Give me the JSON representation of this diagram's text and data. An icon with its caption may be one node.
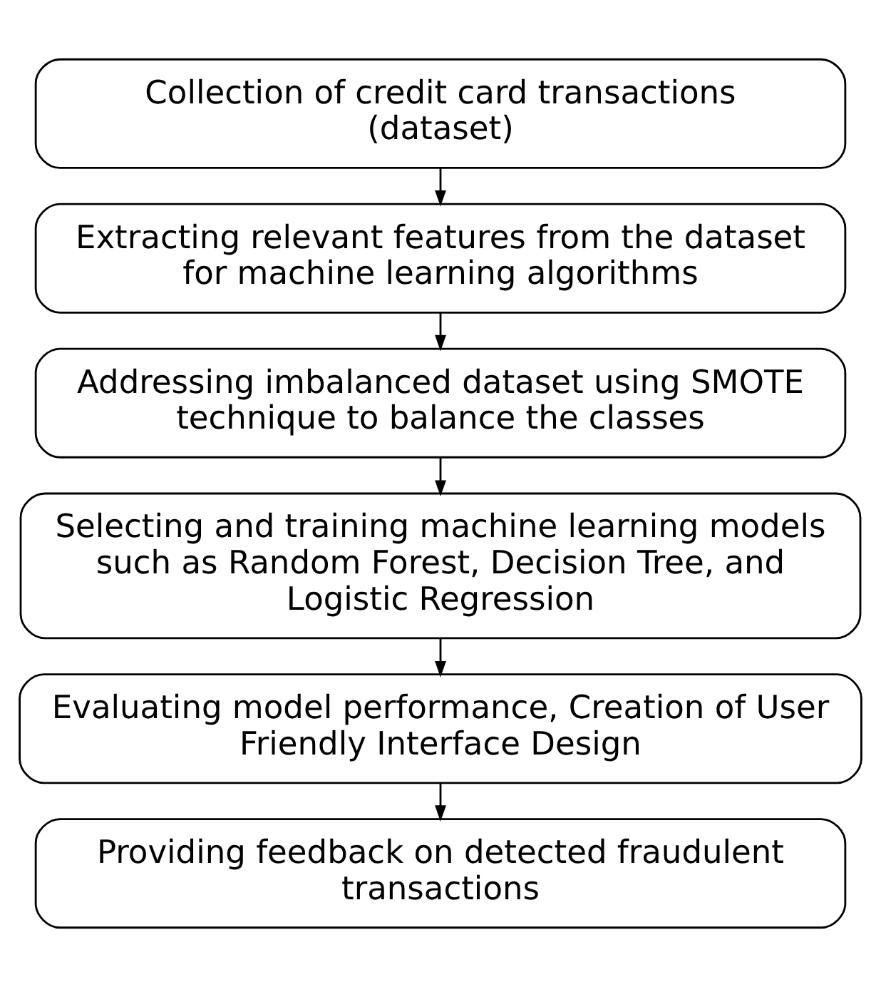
{
  "diagram": {
    "nodes": [
      {
        "text": [
          "Collection of credit card transactions (dataset)"
        ]
      },
      {
        "text": [
          "Extracting relevant features from the dataset for machine learning algorithms"
        ]
      },
      {
        "text": [
          "Addressing imbalanced dataset using SMOTE technique to balance the classes"
        ]
      },
      {
        "text": [
          "Selecting and training machine learning models such as Random Forest, Decision Tree, and Logistic Regression"
        ]
      },
      {
        "text": [
          "Evaluating model performance, Creation of User Friendly Interface Design"
        ]
      },
      {
        "text": [
          "Providing feedback on detected fraudulent transactions"
        ]
      }
    ],
    "edges": [
      {
        "from": 0,
        "to": 1,
        "arrow": "to"
      },
      {
        "from": 1,
        "to": 2,
        "arrow": "to"
      },
      {
        "from": 2,
        "to": 3,
        "arrow": "to"
      },
      {
        "from": 3,
        "to": 4,
        "arrow": "to"
      },
      {
        "from": 4,
        "to": 5,
        "arrow": "to"
      }
    ]
  }
}
